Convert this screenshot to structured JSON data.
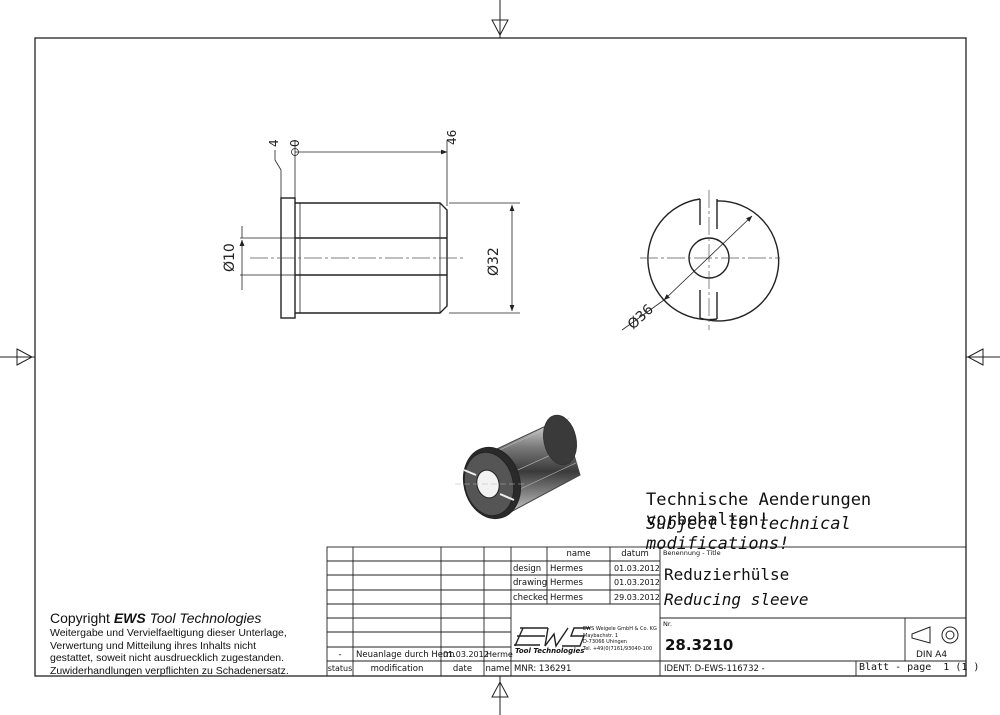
{
  "notice": {
    "de": "Technische Aenderungen vorbehalten!",
    "en": "Subject to technical modifications!"
  },
  "copyright": {
    "prefix": "Copyright ",
    "brand": "EWS",
    "suffix": " Tool Technologies",
    "lines": [
      "Weitergabe und Vervielfaeltigung dieser Unterlage,",
      "Verwertung und Mitteilung ihres Inhalts nicht",
      "gestattet, soweit nicht ausdruecklich zugestanden.",
      "Zuwiderhandlungen verpflichten zu Schadenersatz."
    ]
  },
  "dimensions": {
    "d10": "Ø10",
    "d32": "Ø32",
    "d36": "Ø36",
    "len46": "46",
    "len4": "4",
    "len0": "0"
  },
  "title_block": {
    "col_name": "name",
    "col_date": "datum",
    "rows": [
      {
        "role": "design",
        "name": "Hermes",
        "date": "01.03.2012"
      },
      {
        "role": "drawing",
        "name": "Hermes",
        "date": "01.03.2012"
      },
      {
        "role": "checked",
        "name": "Hermes",
        "date": "29.03.2012"
      }
    ],
    "title_label": "Benennung - Title",
    "title_de": "Reduzierhülse",
    "title_en": "Reducing sleeve",
    "nr_label": "Nr.",
    "number": "28.3210",
    "ident": "IDENT: D-EWS-116732 -",
    "mnr": "MNR: 136291",
    "format": "DIN A4",
    "sheet": "Blatt - page  1 (1 )",
    "logo": "EWS",
    "logo_sub": "Tool Technologies",
    "company_lines": [
      "EWS Weigele GmbH & Co. KG",
      "Maybachstr. 1",
      "D-73066 Uhingen",
      "Tel. +49(0)7161/93040-100"
    ]
  },
  "revision": {
    "headers": [
      "status",
      "modification",
      "date",
      "name"
    ],
    "entry": {
      "status": "-",
      "modification": "Neuanlage durch Herm",
      "date": "01.03.2012",
      "name": "Herme"
    }
  }
}
